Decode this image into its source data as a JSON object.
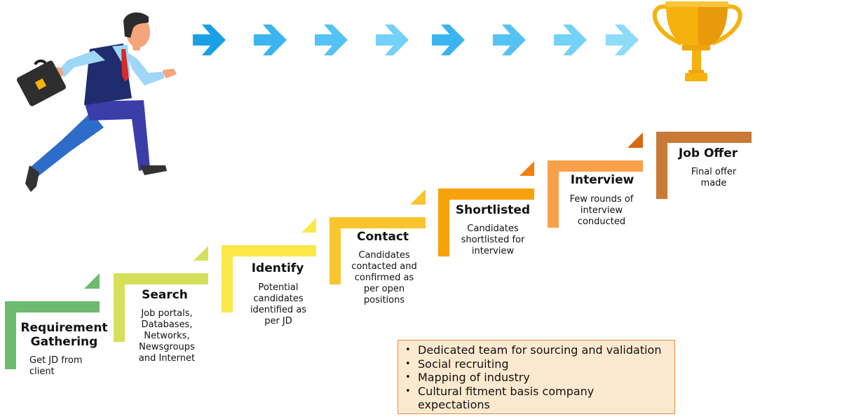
{
  "steps": [
    {
      "title": "Requirement\nGathering",
      "desc": "Get JD from\nclient",
      "color": "#6cbb6e"
    },
    {
      "title": "Search",
      "desc": "Job portals,\nDatabases,\nNetworks,\nNewsgroups\nand Internet",
      "color": "#d4e05a"
    },
    {
      "title": "Identify",
      "desc": "Potential\ncandidates\nidentified as\nper JD",
      "color": "#fbe84a"
    },
    {
      "title": "Contact",
      "desc": "Candidates\ncontacted and\nconfirmed as\nper open\npositions",
      "color": "#f9c42e"
    },
    {
      "title": "Shortlisted",
      "desc": "Candidates\nshortlisted for\ninterview",
      "color": "#f7a20c"
    },
    {
      "title": "Interview",
      "desc": "Few rounds of\ninterview\nconducted",
      "color": "#f8a14a"
    },
    {
      "title": "Job Offer",
      "desc": "Final offer\nmade",
      "color": "#c87a36"
    }
  ],
  "notes": [
    "Dedicated team for sourcing and validation",
    "Social recruiting",
    "Mapping of industry",
    "Cultural fitment basis company\nexpectations"
  ],
  "arrow_colors": [
    "#1aa0e6",
    "#3cb4f0",
    "#55c2f4",
    "#74d1f8",
    "#3cb4f0",
    "#55c2f4",
    "#74d1f8",
    "#8ddcf9"
  ],
  "trophy_color": "#f5b20f"
}
